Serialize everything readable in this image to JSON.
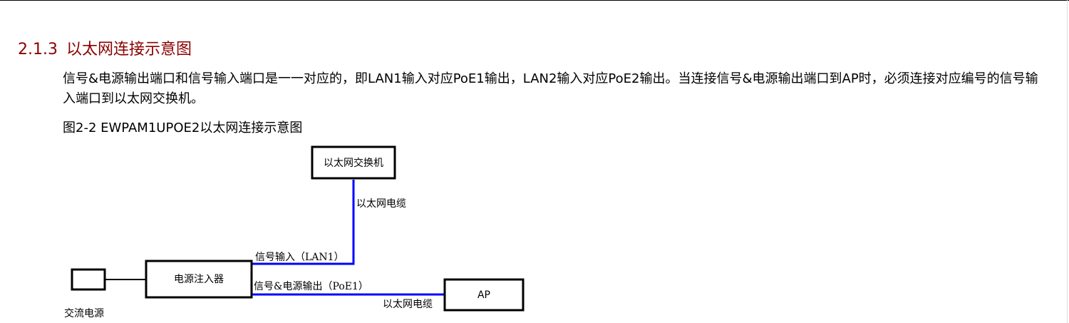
{
  "section": {
    "number": "2.1.3",
    "title": "以太网连接示意图"
  },
  "paragraph": "信号&电源输出端口和信号输入端口是一一对应的，即LAN1输入对应PoE1输出，LAN2输入对应PoE2输出。当连接信号&电源输出端口到AP时，必须连接对应编号的信号输入端口到以太网交换机。",
  "figure": {
    "caption": "图2-2 EWPAM1UPOE2以太网连接示意图"
  },
  "diagram": {
    "switch_label": "以太网交换机",
    "switch_cable_label": "以太网电缆",
    "signal_input_label": "信号输入（LAN1）",
    "injector_label": "电源注入器",
    "output_label": "信号&电源输出（PoE1）",
    "ap_label": "AP",
    "ap_cable_label": "以太网电缆",
    "ac_power_label": "交流电源",
    "colors": {
      "heading": "#8b0000",
      "ethernet_cable": "#0000ff",
      "power_cable": "#000000",
      "box_border": "#000000"
    }
  }
}
